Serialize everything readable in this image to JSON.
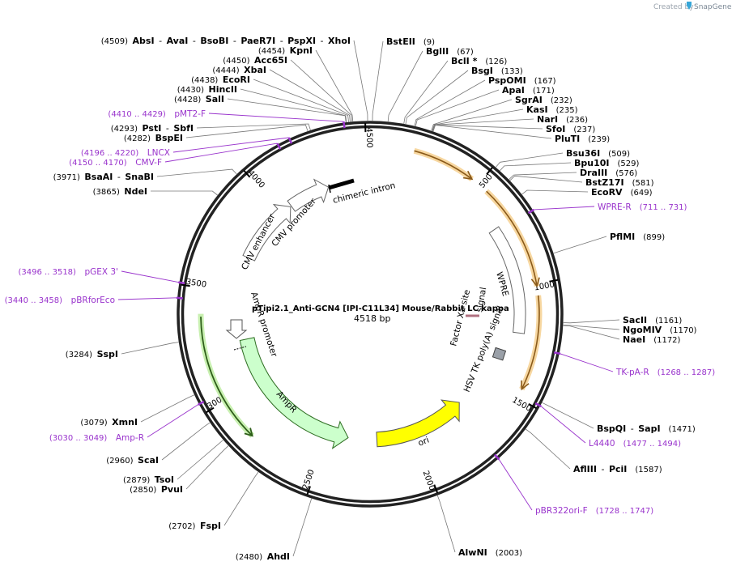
{
  "credit": {
    "prefix": "Created by",
    "brand": "SnapGene"
  },
  "plasmid": {
    "name": "pTipi2.1_Anti-GCN4 [IPI-C11L34] Mouse/Rabbit LC kappa",
    "length_label": "4518 bp",
    "length": 4518
  },
  "ticks": [
    "500",
    "1000",
    "1500",
    "2000",
    "2500",
    "3000",
    "3500",
    "4000",
    "4500"
  ],
  "enzymes": [
    {
      "pos": 9,
      "parts": [
        {
          "t": "name",
          "v": "BstEII"
        },
        {
          "t": "pos",
          "v": "(9)"
        }
      ]
    },
    {
      "pos": 67,
      "parts": [
        {
          "t": "name",
          "v": "BglII"
        },
        {
          "t": "pos",
          "v": "(67)"
        }
      ]
    },
    {
      "pos": 126,
      "parts": [
        {
          "t": "name",
          "v": "BclI *"
        },
        {
          "t": "pos",
          "v": "(126)"
        }
      ]
    },
    {
      "pos": 133,
      "parts": [
        {
          "t": "name",
          "v": "BsgI"
        },
        {
          "t": "pos",
          "v": "(133)"
        }
      ]
    },
    {
      "pos": 167,
      "parts": [
        {
          "t": "name",
          "v": "PspOMI"
        },
        {
          "t": "pos",
          "v": "(167)"
        }
      ]
    },
    {
      "pos": 171,
      "parts": [
        {
          "t": "name",
          "v": "ApaI"
        },
        {
          "t": "pos",
          "v": "(171)"
        }
      ]
    },
    {
      "pos": 232,
      "parts": [
        {
          "t": "name",
          "v": "SgrAI"
        },
        {
          "t": "pos",
          "v": "(232)"
        }
      ]
    },
    {
      "pos": 235,
      "parts": [
        {
          "t": "name",
          "v": "KasI"
        },
        {
          "t": "pos",
          "v": "(235)"
        }
      ]
    },
    {
      "pos": 236,
      "parts": [
        {
          "t": "name",
          "v": "NarI"
        },
        {
          "t": "pos",
          "v": "(236)"
        }
      ]
    },
    {
      "pos": 237,
      "parts": [
        {
          "t": "name",
          "v": "SfoI"
        },
        {
          "t": "pos",
          "v": "(237)"
        }
      ]
    },
    {
      "pos": 239,
      "parts": [
        {
          "t": "name",
          "v": "PluTI"
        },
        {
          "t": "pos",
          "v": "(239)"
        }
      ]
    },
    {
      "pos": 509,
      "parts": [
        {
          "t": "name",
          "v": "Bsu36I"
        },
        {
          "t": "pos",
          "v": "(509)"
        }
      ]
    },
    {
      "pos": 529,
      "parts": [
        {
          "t": "name",
          "v": "Bpu10I"
        },
        {
          "t": "pos",
          "v": "(529)"
        }
      ]
    },
    {
      "pos": 576,
      "parts": [
        {
          "t": "name",
          "v": "DraIII"
        },
        {
          "t": "pos",
          "v": "(576)"
        }
      ]
    },
    {
      "pos": 581,
      "parts": [
        {
          "t": "name",
          "v": "BstZ17I"
        },
        {
          "t": "pos",
          "v": "(581)"
        }
      ]
    },
    {
      "pos": 649,
      "parts": [
        {
          "t": "name",
          "v": "EcoRV"
        },
        {
          "t": "pos",
          "v": "(649)"
        }
      ]
    },
    {
      "pos": 899,
      "parts": [
        {
          "t": "name",
          "v": "PflMI"
        },
        {
          "t": "pos",
          "v": "(899)"
        }
      ]
    },
    {
      "pos": 1161,
      "parts": [
        {
          "t": "name",
          "v": "SacII"
        },
        {
          "t": "pos",
          "v": "(1161)"
        }
      ]
    },
    {
      "pos": 1170,
      "parts": [
        {
          "t": "name",
          "v": "NgoMIV"
        },
        {
          "t": "pos",
          "v": "(1170)"
        }
      ]
    },
    {
      "pos": 1172,
      "parts": [
        {
          "t": "name",
          "v": "NaeI"
        },
        {
          "t": "pos",
          "v": "(1172)"
        }
      ]
    },
    {
      "pos": 1471,
      "parts": [
        {
          "t": "name",
          "v": "BspQI"
        },
        {
          "t": "sep",
          "v": "-"
        },
        {
          "t": "name",
          "v": "SapI"
        },
        {
          "t": "pos",
          "v": "(1471)"
        }
      ]
    },
    {
      "pos": 1587,
      "parts": [
        {
          "t": "name",
          "v": "AflIII"
        },
        {
          "t": "sep",
          "v": "-"
        },
        {
          "t": "name",
          "v": "PciI"
        },
        {
          "t": "pos",
          "v": "(1587)"
        }
      ]
    },
    {
      "pos": 2003,
      "parts": [
        {
          "t": "name",
          "v": "AlwNI"
        },
        {
          "t": "pos",
          "v": "(2003)"
        }
      ]
    },
    {
      "pos": 2480,
      "parts": [
        {
          "t": "pos",
          "v": "(2480)"
        },
        {
          "t": "name",
          "v": "AhdI"
        }
      ]
    },
    {
      "pos": 2702,
      "parts": [
        {
          "t": "pos",
          "v": "(2702)"
        },
        {
          "t": "name",
          "v": "FspI"
        }
      ]
    },
    {
      "pos": 2850,
      "parts": [
        {
          "t": "pos",
          "v": "(2850)"
        },
        {
          "t": "name",
          "v": "PvuI"
        }
      ]
    },
    {
      "pos": 2879,
      "parts": [
        {
          "t": "pos",
          "v": "(2879)"
        },
        {
          "t": "name",
          "v": "TsoI"
        }
      ]
    },
    {
      "pos": 2960,
      "parts": [
        {
          "t": "pos",
          "v": "(2960)"
        },
        {
          "t": "name",
          "v": "ScaI"
        }
      ]
    },
    {
      "pos": 3079,
      "parts": [
        {
          "t": "pos",
          "v": "(3079)"
        },
        {
          "t": "name",
          "v": "XmnI"
        }
      ]
    },
    {
      "pos": 3284,
      "parts": [
        {
          "t": "pos",
          "v": "(3284)"
        },
        {
          "t": "name",
          "v": "SspI"
        }
      ]
    },
    {
      "pos": 3865,
      "parts": [
        {
          "t": "pos",
          "v": "(3865)"
        },
        {
          "t": "name",
          "v": "NdeI"
        }
      ]
    },
    {
      "pos": 3971,
      "parts": [
        {
          "t": "pos",
          "v": "(3971)"
        },
        {
          "t": "name",
          "v": "BsaAI"
        },
        {
          "t": "sep",
          "v": "-"
        },
        {
          "t": "name",
          "v": "SnaBI"
        }
      ]
    },
    {
      "pos": 4282,
      "parts": [
        {
          "t": "pos",
          "v": "(4282)"
        },
        {
          "t": "name",
          "v": "BspEI"
        }
      ]
    },
    {
      "pos": 4293,
      "parts": [
        {
          "t": "pos",
          "v": "(4293)"
        },
        {
          "t": "name",
          "v": "PstI"
        },
        {
          "t": "sep",
          "v": "-"
        },
        {
          "t": "name",
          "v": "SbfI"
        }
      ]
    },
    {
      "pos": 4428,
      "parts": [
        {
          "t": "pos",
          "v": "(4428)"
        },
        {
          "t": "name",
          "v": "SalI"
        }
      ]
    },
    {
      "pos": 4430,
      "parts": [
        {
          "t": "pos",
          "v": "(4430)"
        },
        {
          "t": "name",
          "v": "HincII"
        }
      ]
    },
    {
      "pos": 4438,
      "parts": [
        {
          "t": "pos",
          "v": "(4438)"
        },
        {
          "t": "name",
          "v": "EcoRI"
        }
      ]
    },
    {
      "pos": 4444,
      "parts": [
        {
          "t": "pos",
          "v": "(4444)"
        },
        {
          "t": "name",
          "v": "XbaI"
        }
      ]
    },
    {
      "pos": 4450,
      "parts": [
        {
          "t": "pos",
          "v": "(4450)"
        },
        {
          "t": "name",
          "v": "Acc65I"
        }
      ]
    },
    {
      "pos": 4454,
      "parts": [
        {
          "t": "pos",
          "v": "(4454)"
        },
        {
          "t": "name",
          "v": "KpnI"
        }
      ]
    },
    {
      "pos": 4509,
      "parts": [
        {
          "t": "pos",
          "v": "(4509)"
        },
        {
          "t": "name",
          "v": "AbsI"
        },
        {
          "t": "sep",
          "v": "-"
        },
        {
          "t": "name",
          "v": "AvaI"
        },
        {
          "t": "sep",
          "v": "-"
        },
        {
          "t": "name",
          "v": "BsoBI"
        },
        {
          "t": "sep",
          "v": "-"
        },
        {
          "t": "name",
          "v": "PaeR7I"
        },
        {
          "t": "sep",
          "v": "-"
        },
        {
          "t": "name",
          "v": "PspXI"
        },
        {
          "t": "sep",
          "v": "-"
        },
        {
          "t": "name",
          "v": "XhoI"
        }
      ]
    }
  ],
  "primers": [
    {
      "pos": 721,
      "name": "WPRE-R",
      "range": "(711 .. 731)"
    },
    {
      "pos": 1277,
      "name": "TK-pA-R",
      "range": "(1268 .. 1287)"
    },
    {
      "pos": 1485,
      "name": "L4440",
      "range": "(1477 .. 1494)"
    },
    {
      "pos": 1737,
      "name": "pBR322ori-F",
      "range": "(1728 .. 1747)"
    },
    {
      "pos": 3040,
      "name": "Amp-R",
      "range": "(3030 .. 3049)"
    },
    {
      "pos": 3449,
      "name": "pBRforEco",
      "range": "(3440 .. 3458)"
    },
    {
      "pos": 3507,
      "name": "pGEX 3'",
      "range": "(3496 .. 3518)"
    },
    {
      "pos": 4160,
      "name": "CMV-F",
      "range": "(4150 .. 4170)"
    },
    {
      "pos": 4208,
      "name": "LNCX",
      "range": "(4196 .. 4220)"
    },
    {
      "pos": 4420,
      "name": "pMT2-F",
      "range": "(4410 .. 4429)"
    }
  ],
  "features": {
    "chimeric_intron": "chimeric intron",
    "cmv_enhancer": "CMV enhancer",
    "cmv_promoter": "CMV promoter",
    "wpre": "WPRE",
    "factor_xa": "Factor Xa site",
    "signal": "signal",
    "hsv_tk": "HSV TK poly(A) signal",
    "ori": "ori",
    "ampr": "AmpR",
    "ampr_promoter": "AmpR promoter"
  },
  "colors": {
    "backbone": "#222222",
    "orf": "#f5a623",
    "ampr_fill": "#ccffcc",
    "ampr_outline": "#2e8b22",
    "ori_fill": "#ffff00",
    "primer": "#9933cc",
    "leader": "#777777"
  }
}
